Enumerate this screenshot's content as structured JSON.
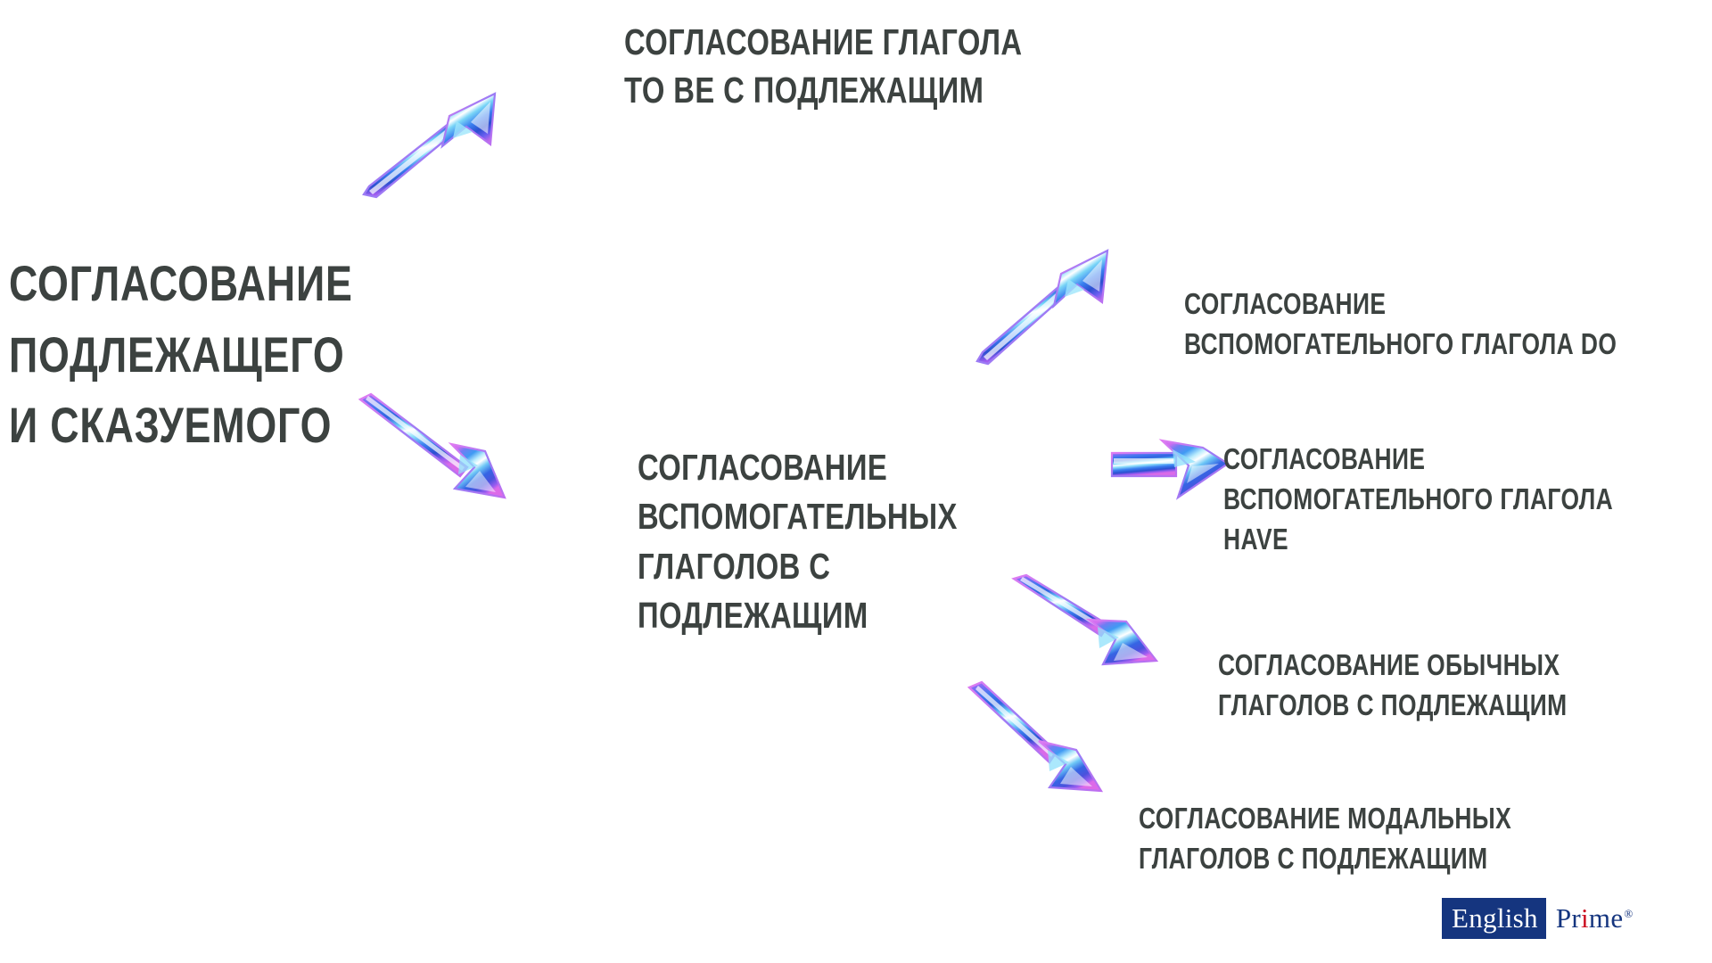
{
  "diagram": {
    "title": "Согласование подлежащего и сказуемого",
    "background_color": "#ffffff",
    "text_color": "#3c4240",
    "arrow_colors": {
      "blue": "#3a7ff0",
      "cyan": "#5fd8f5",
      "violet": "#b06cf0",
      "magenta": "#d96ae8",
      "deep_blue": "#2b4fd0",
      "highlight": "#ffffff"
    },
    "root": {
      "label": "СОГЛАСОВАНИЕ\nПОДЛЕЖАЩЕГО\nИ СКАЗУЕМОГО"
    },
    "branches": [
      {
        "id": "top",
        "label": "СОГЛАСОВАНИЕ ГЛАГОЛА\nTO BE С ПОДЛЕЖАЩИМ",
        "arrow": "arrow-up-right"
      },
      {
        "id": "mid",
        "label": "СОГЛАСОВАНИЕ\nВСПОМОГАТЕЛЬНЫХ\nГЛАГОЛОВ С\nПОДЛЕЖАЩИМ",
        "arrow": "arrow-down-right"
      }
    ],
    "sub_branches": [
      {
        "id": "do",
        "label": "СОГЛАСОВАНИЕ\nВСПОМОГАТЕЛЬНОГО ГЛАГОЛА DO",
        "arrow": "arrow-up-right"
      },
      {
        "id": "have",
        "label": "СОГЛАСОВАНИЕ\nВСПОМОГАТЕЛЬНОГО ГЛАГОЛА\nHAVE",
        "arrow": "arrow-right"
      },
      {
        "id": "regular",
        "label": "СОГЛАСОВАНИЕ ОБЫЧНЫХ\nГЛАГОЛОВ С ПОДЛЕЖАЩИМ",
        "arrow": "arrow-down-right"
      },
      {
        "id": "modal",
        "label": "СОГЛАСОВАНИЕ МОДАЛЬНЫХ\nГЛАГОЛОВ С ПОДЛЕЖАЩИМ",
        "arrow": "arrow-down-right"
      }
    ]
  },
  "logo": {
    "box_text": "English",
    "word_before": "Pr",
    "word_dot": "i",
    "word_after": "me",
    "registered": "®",
    "box_color": "#15357f",
    "accent_color": "#cc1122"
  }
}
